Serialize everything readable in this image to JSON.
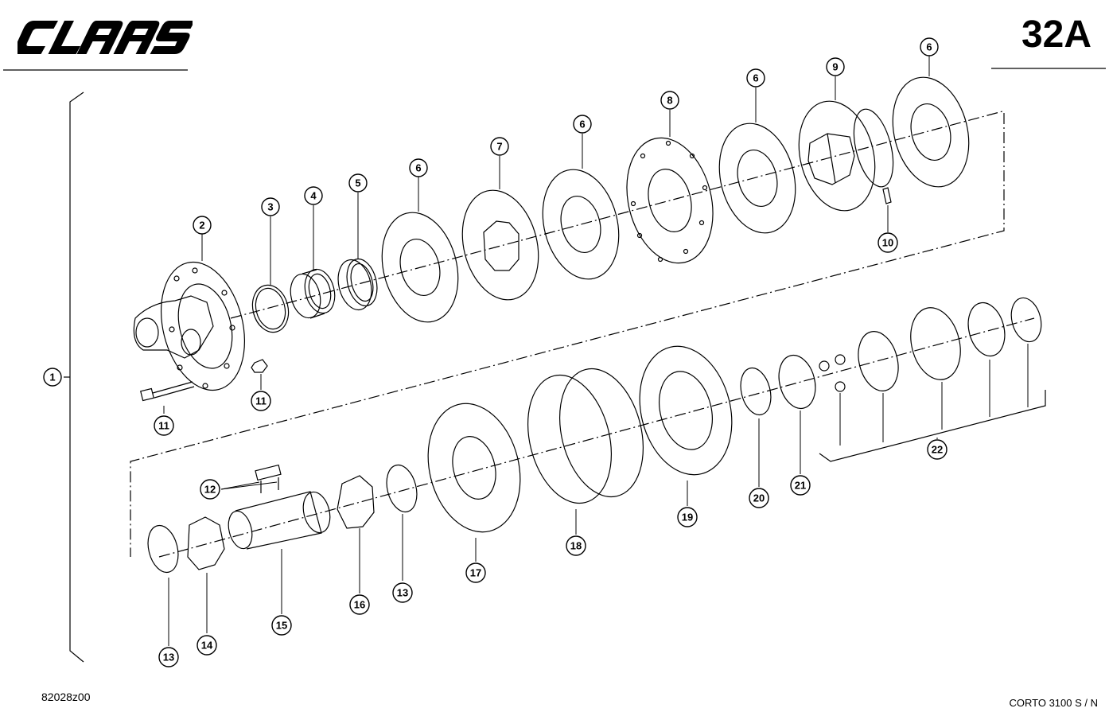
{
  "header": {
    "brand": "CLAAS",
    "page_number": "32A"
  },
  "footer": {
    "drawing_number": "82028z00",
    "model": "CORTO 3100 S / N"
  },
  "callouts": [
    "1",
    "2",
    "3",
    "4",
    "5",
    "6",
    "7",
    "6",
    "8",
    "6",
    "9",
    "6",
    "10",
    "11",
    "11",
    "12",
    "13",
    "14",
    "15",
    "16",
    "13",
    "17",
    "18",
    "19",
    "20",
    "21",
    "22"
  ]
}
